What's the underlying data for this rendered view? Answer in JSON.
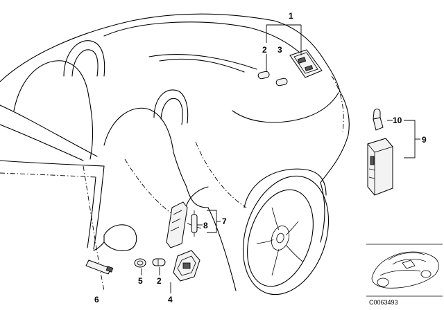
{
  "diagram": {
    "callouts": {
      "c1": "1",
      "c2_top": "2",
      "c3": "3",
      "c10": "10",
      "c9": "9",
      "c7": "7",
      "c8": "8",
      "c5": "5",
      "c2_bottom": "2",
      "c4": "4",
      "c6": "6"
    },
    "reference_code": "C0063493"
  }
}
